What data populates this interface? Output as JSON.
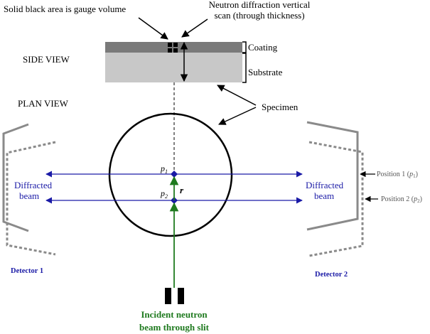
{
  "labels": {
    "gauge": "Solid black area is gauge volume",
    "scan_line1": "Neutron diffraction vertical",
    "scan_line2": "scan (through thickness)",
    "side_view": "SIDE VIEW",
    "coating": "Coating",
    "substrate": "Substrate",
    "plan_view": "PLAN VIEW",
    "specimen": "Specimen",
    "diffracted_left_1": "Diffracted",
    "diffracted_left_2": "beam",
    "diffracted_right_1": "Diffracted",
    "diffracted_right_2": "beam",
    "p1": "p",
    "p1_sub": "1",
    "p2": "p",
    "p2_sub": "2",
    "r": "r",
    "position1": "Position 1 (",
    "position1_p": "p",
    "position1_sub": "1",
    "position1_close": ")",
    "position2": "Position 2 (",
    "position2_p": "p",
    "position2_sub": "2",
    "position2_close": ")",
    "detector1": "Detector 1",
    "detector2": "Detector 2",
    "incident_line1": "Incident neutron",
    "incident_line2": "beam through slit"
  },
  "colors": {
    "coating": "#7a7a7a",
    "substrate": "#c8c8c8",
    "beam": "#1a1aa6",
    "incident": "#1f7a1f",
    "detector": "#8a8a8a"
  }
}
